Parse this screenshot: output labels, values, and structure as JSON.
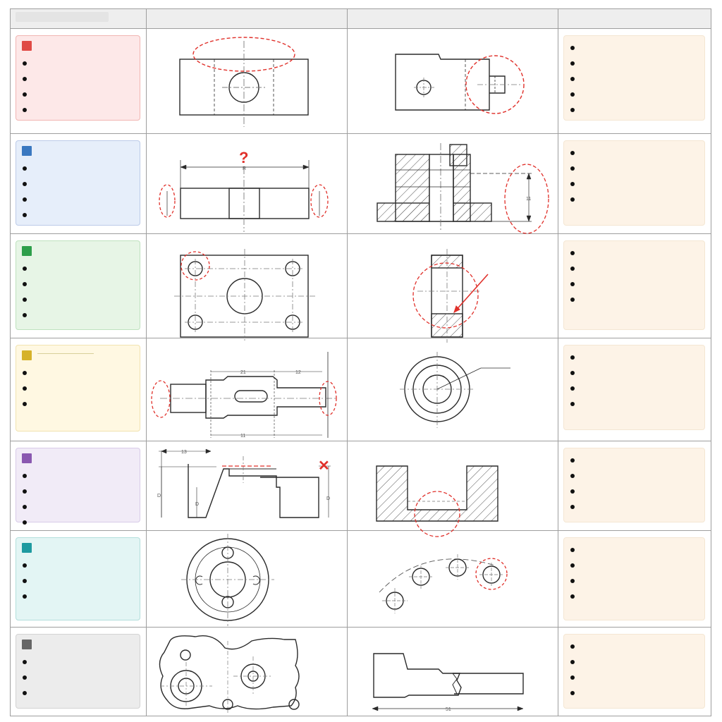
{
  "palette": {
    "line": "#2a2a2a",
    "center": "#7a7a7a",
    "grid": "#9e9e9e",
    "header_bg": "#eeeeee",
    "markup_red": "#e0302a",
    "right_cell_bg": "#fdf3e7",
    "right_cell_border": "#f4e6d3"
  },
  "header": {
    "columns": [
      {
        "id": "category",
        "label": ""
      },
      {
        "id": "drawing-a",
        "label": ""
      },
      {
        "id": "drawing-b",
        "label": ""
      },
      {
        "id": "notes",
        "label": ""
      }
    ]
  },
  "rows": [
    {
      "id": "red",
      "color": "#e04a45",
      "bg": "#fde8e8",
      "border": "#f1b5b2",
      "left_bullets": 4,
      "right_bullets": 5,
      "markup": [
        "ellipse-top",
        "circle-right"
      ]
    },
    {
      "id": "blue",
      "color": "#3a78c0",
      "bg": "#e6eefa",
      "border": "#bccbe8",
      "left_bullets": 4,
      "right_bullets": 4,
      "markup": [
        "question-mark",
        "ellipses-sides",
        "ellipse-right"
      ],
      "question_mark": "?"
    },
    {
      "id": "green",
      "color": "#2e9f4b",
      "bg": "#e7f5e6",
      "border": "#bfe2bf",
      "left_bullets": 4,
      "right_bullets": 4,
      "markup": [
        "circle-corner-hole",
        "circle-section-arrow"
      ]
    },
    {
      "id": "yellow",
      "color": "#d6b22a",
      "bg": "#fff8e2",
      "border": "#f1e3b0",
      "left_bullets": 3,
      "right_bullets": 4,
      "markup": [
        "ellipses-shaft-ends"
      ]
    },
    {
      "id": "purple",
      "color": "#8a58b0",
      "bg": "#f1ebf7",
      "border": "#d8cbe8",
      "left_bullets": 4,
      "right_bullets": 4,
      "markup": [
        "cross-mark",
        "dashed-line",
        "circle-bottom"
      ],
      "cross_mark": "✕"
    },
    {
      "id": "teal",
      "color": "#1e9aa0",
      "bg": "#e3f5f4",
      "border": "#b3dfdc",
      "left_bullets": 3,
      "right_bullets": 4,
      "markup": [
        "circle-last-hole"
      ]
    },
    {
      "id": "gray",
      "color": "#666666",
      "bg": "#ececec",
      "border": "#d3d3d3",
      "left_bullets": 3,
      "right_bullets": 4,
      "markup": []
    }
  ],
  "dimension_text": {
    "r2_top": "R",
    "r2_right": "11",
    "r4_top_a": "21",
    "r4_top_b": "12",
    "r4_bottom": "11",
    "r5_top": "13",
    "r5_left": "D",
    "r5_mid": "D",
    "r5_right": "D",
    "r7_bottom": "51"
  }
}
